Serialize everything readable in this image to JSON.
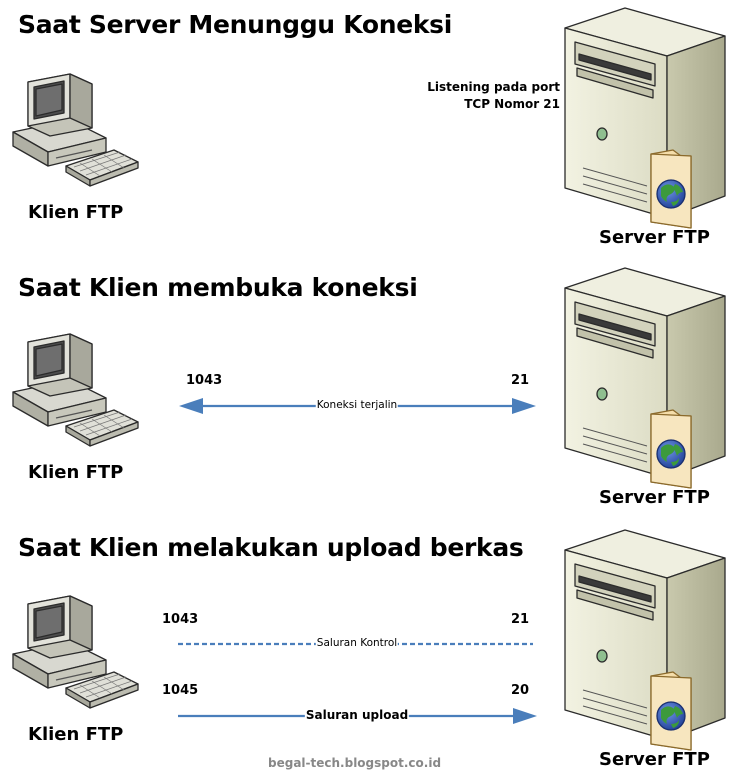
{
  "sections": [
    {
      "heading": "Saat Server Menunggu Koneksi",
      "client_label": "Klien FTP",
      "server_label": "Server FTP",
      "note_line1": "Listening pada port",
      "note_line2": "TCP Nomor 21"
    },
    {
      "heading": "Saat Klien membuka koneksi",
      "client_label": "Klien FTP",
      "server_label": "Server FTP",
      "connections": [
        {
          "client_port": "1043",
          "server_port": "21",
          "label": "Koneksi terjalin",
          "style": "solid",
          "direction": "both"
        }
      ]
    },
    {
      "heading": "Saat Klien melakukan upload berkas",
      "client_label": "Klien FTP",
      "server_label": "Server FTP",
      "connections": [
        {
          "client_port": "1043",
          "server_port": "21",
          "label": "Saluran Kontrol",
          "style": "dashed",
          "direction": "none"
        },
        {
          "client_port": "1045",
          "server_port": "20",
          "label": "Saluran upload",
          "style": "solid",
          "direction": "right"
        }
      ]
    }
  ],
  "footer": "begal-tech.blogspot.co.id",
  "colors": {
    "arrow": "#4a7ebb",
    "server_body": "#e9e9d3",
    "globe_blue": "#2a4fa8",
    "globe_green": "#3c9a3c"
  },
  "icons": [
    "computer-icon",
    "server-icon",
    "globe-icon",
    "folder-icon"
  ]
}
